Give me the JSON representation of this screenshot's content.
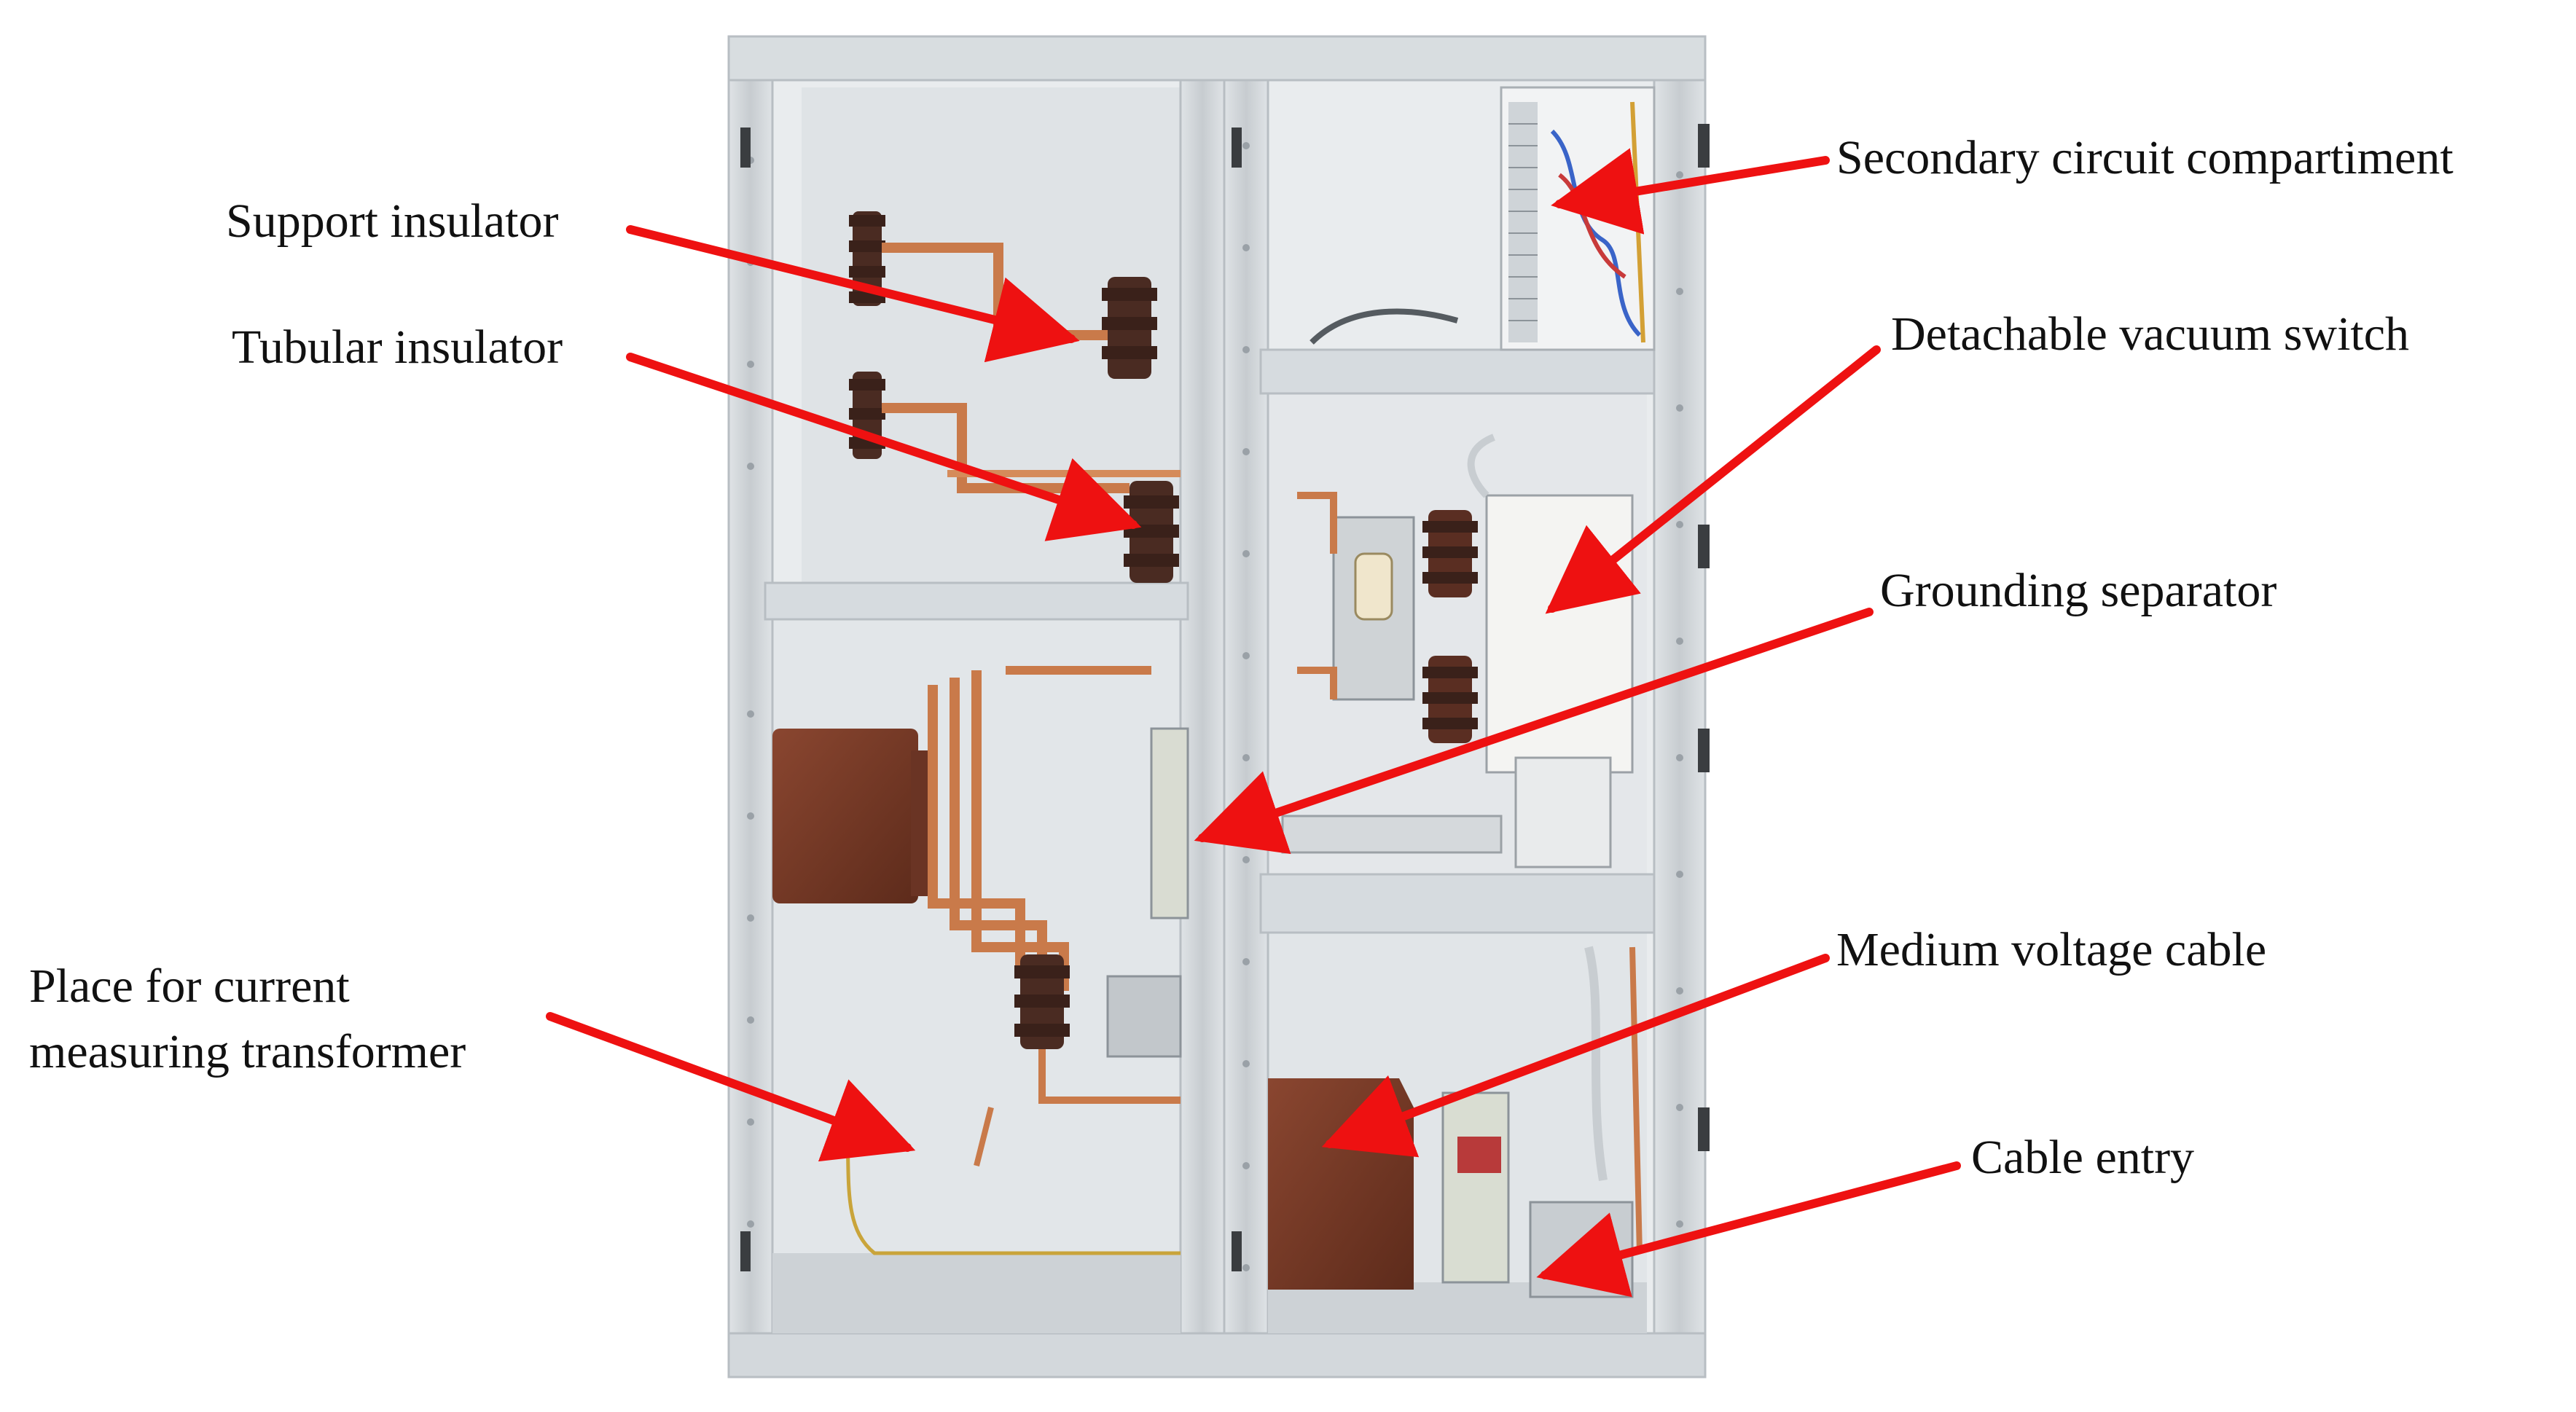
{
  "labels": {
    "support_insulator": "Support insulator",
    "tubular_insulator": "Tubular insulator",
    "current_transformer_place_line1": "Place for current",
    "current_transformer_place_line2": "measuring transformer",
    "secondary_circuit": "Secondary circuit compartiment",
    "vacuum_switch": "Detachable vacuum switch",
    "grounding_separator": "Grounding separator",
    "medium_voltage_cable": "Medium voltage cable",
    "cable_entry": "Cable entry"
  },
  "colors": {
    "arrow": "#ee1111",
    "frame": "#d2d7db",
    "copper": "#c97a4a",
    "insulator": "#4a2b22",
    "transformer": "#7a3b26",
    "panel_bg": "#e6e9ec"
  }
}
